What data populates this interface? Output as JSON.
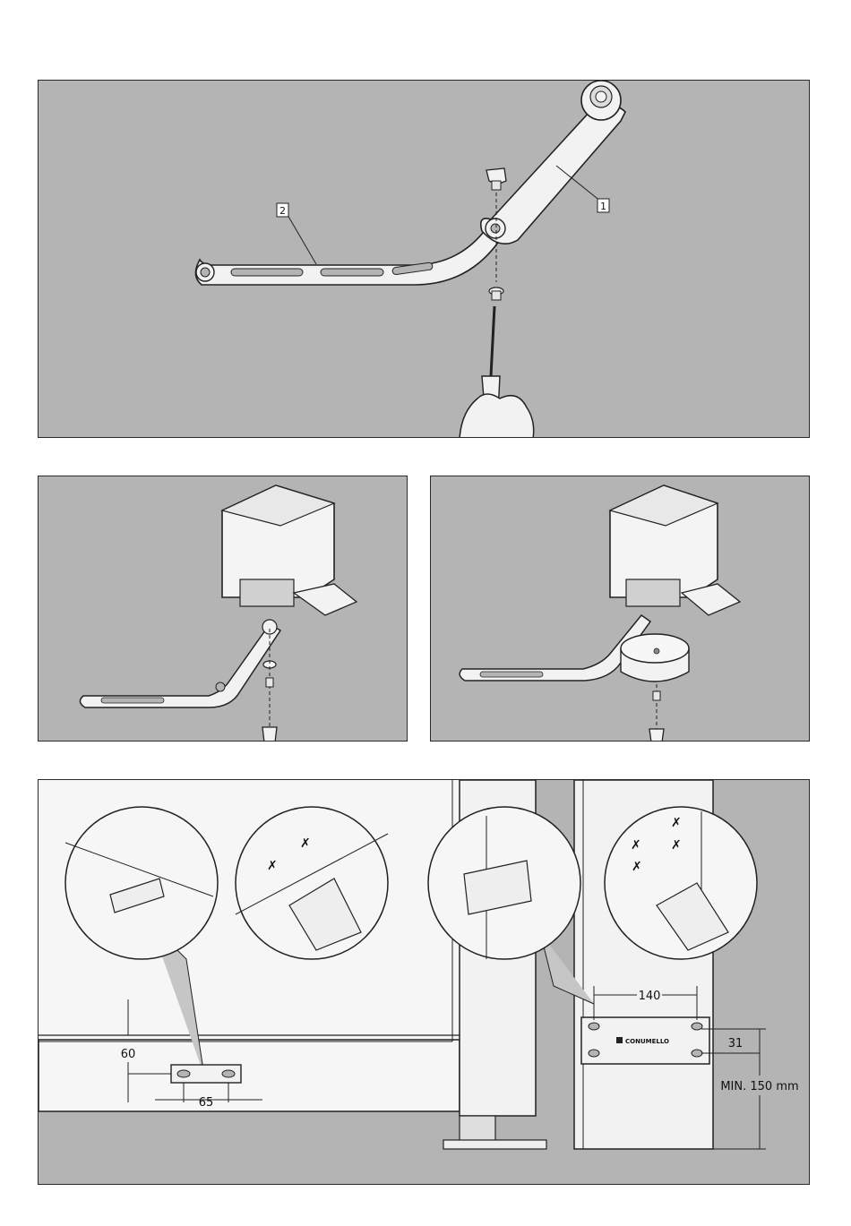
{
  "top_panel": {
    "callouts": [
      "1",
      "2"
    ]
  },
  "bottom_panel": {
    "dimensions": {
      "bracket_height": "60",
      "bracket_width": "65",
      "plate_hole_spacing": "140",
      "plate_edge_offset": "31",
      "min_height": "MIN. 150 mm"
    },
    "brand_label": "CONUMELLO"
  },
  "colors": {
    "panel_bg": "#b4b4b4",
    "outline": "#222222",
    "part_fill": "#f2f2f2"
  }
}
